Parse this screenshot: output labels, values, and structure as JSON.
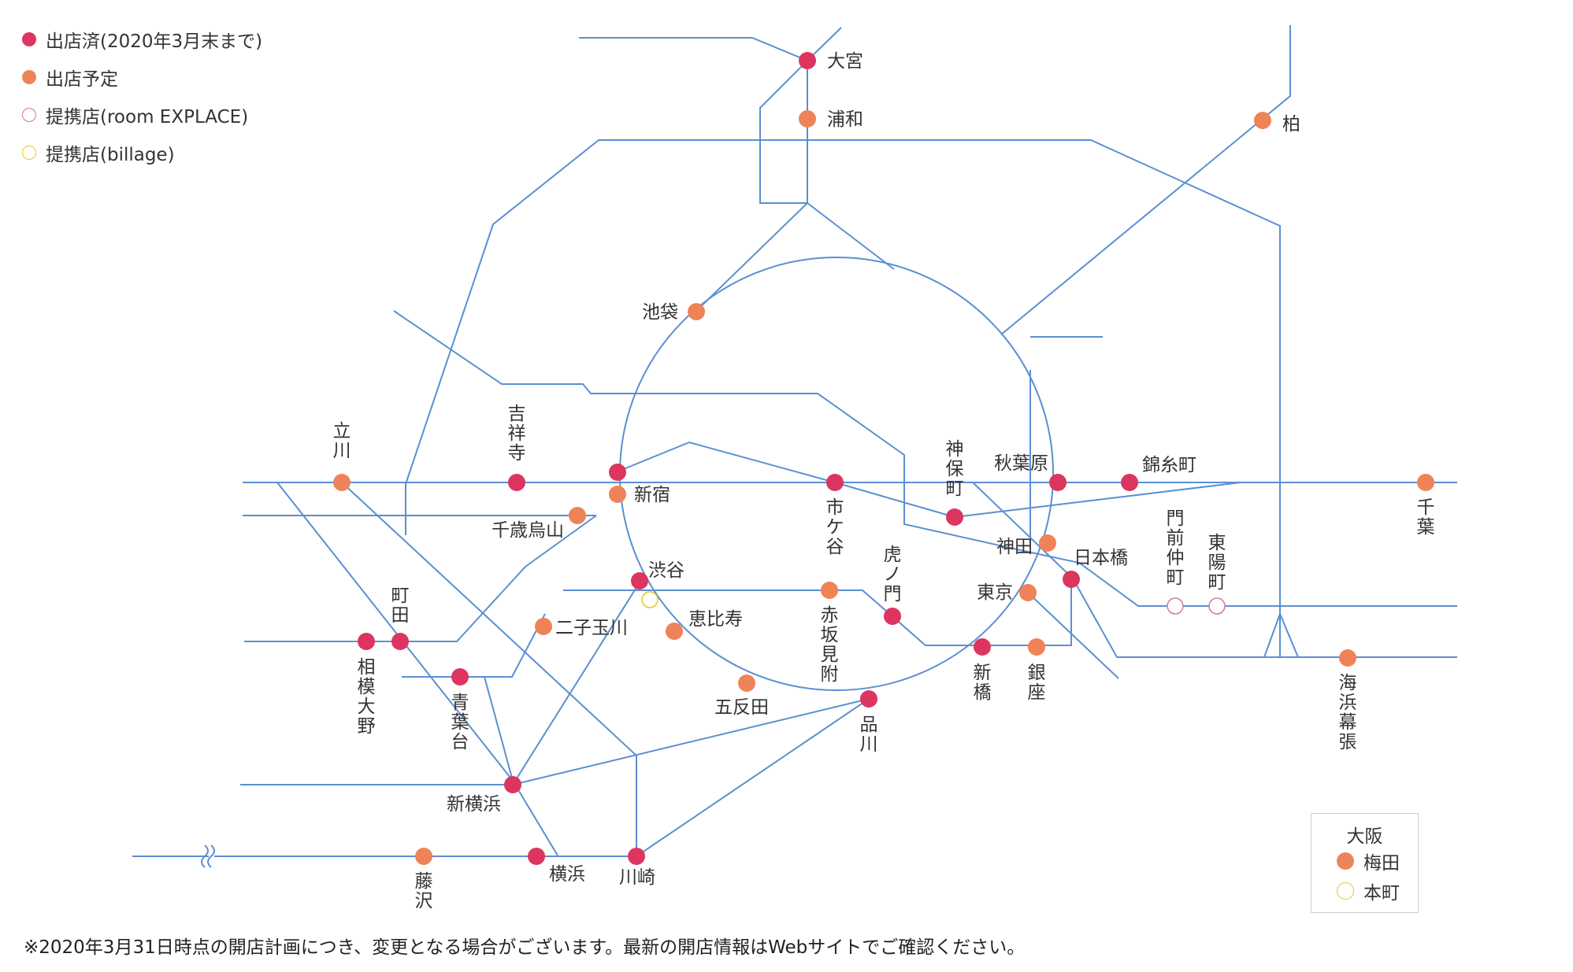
{
  "colors": {
    "line": "#5b8fd2",
    "opened": "#dc3560",
    "planned": "#ef8358",
    "partner_room": "#d07a9e",
    "partner_billage": "#e7c528"
  },
  "legend": [
    {
      "type": "opened",
      "label": "出店済(2020年3月末まで)"
    },
    {
      "type": "planned",
      "label": "出店予定"
    },
    {
      "type": "partner_room",
      "label": "提携店(room EXPLACE)"
    },
    {
      "type": "partner_billage",
      "label": "提携店(billage)"
    }
  ],
  "stations": [
    {
      "id": "omiya",
      "name": "大宮",
      "type": "opened"
    },
    {
      "id": "urawa",
      "name": "浦和",
      "type": "planned"
    },
    {
      "id": "kashiwa",
      "name": "柏",
      "type": "planned"
    },
    {
      "id": "ikebukuro",
      "name": "池袋",
      "type": "planned"
    },
    {
      "id": "tachikawa",
      "name": "立川",
      "type": "planned"
    },
    {
      "id": "kichijoji",
      "name": "吉祥寺",
      "type": "opened"
    },
    {
      "id": "shinjuku_n",
      "name": "",
      "type": "opened"
    },
    {
      "id": "shinjuku",
      "name": "新宿",
      "type": "planned"
    },
    {
      "id": "chitose",
      "name": "千歳烏山",
      "type": "planned"
    },
    {
      "id": "ichigaya",
      "name": "市ケ谷",
      "type": "opened"
    },
    {
      "id": "jimbocho",
      "name": "神保町",
      "type": "opened"
    },
    {
      "id": "akihabara",
      "name": "秋葉原",
      "type": "opened"
    },
    {
      "id": "kinshicho",
      "name": "錦糸町",
      "type": "opened"
    },
    {
      "id": "chiba",
      "name": "千葉",
      "type": "planned"
    },
    {
      "id": "kanda",
      "name": "神田",
      "type": "planned"
    },
    {
      "id": "nihombashi",
      "name": "日本橋",
      "type": "opened"
    },
    {
      "id": "tokyo",
      "name": "東京",
      "type": "planned"
    },
    {
      "id": "monzen",
      "name": "門前仲町",
      "type": "partner_room"
    },
    {
      "id": "toyocho",
      "name": "東陽町",
      "type": "partner_room"
    },
    {
      "id": "shibuya",
      "name": "渋谷",
      "type": "opened"
    },
    {
      "id": "shibuya_b",
      "name": "",
      "type": "partner_billage"
    },
    {
      "id": "toranomon",
      "name": "虎ノ門",
      "type": "opened"
    },
    {
      "id": "akasaka",
      "name": "赤坂見附",
      "type": "planned"
    },
    {
      "id": "futako",
      "name": "二子玉川",
      "type": "planned"
    },
    {
      "id": "ebisu",
      "name": "恵比寿",
      "type": "planned"
    },
    {
      "id": "machida",
      "name": "町田",
      "type": "opened"
    },
    {
      "id": "sagami",
      "name": "相模大野",
      "type": "opened"
    },
    {
      "id": "aoba",
      "name": "青葉台",
      "type": "opened"
    },
    {
      "id": "gotanda",
      "name": "五反田",
      "type": "planned"
    },
    {
      "id": "shinagawa",
      "name": "品川",
      "type": "opened"
    },
    {
      "id": "shimbashi",
      "name": "新橋",
      "type": "opened"
    },
    {
      "id": "ginza",
      "name": "銀座",
      "type": "planned"
    },
    {
      "id": "makuhari",
      "name": "海浜幕張",
      "type": "planned"
    },
    {
      "id": "shinyoko",
      "name": "新横浜",
      "type": "opened"
    },
    {
      "id": "fujisawa",
      "name": "藤沢",
      "type": "planned"
    },
    {
      "id": "yokohama",
      "name": "横浜",
      "type": "opened"
    },
    {
      "id": "kawasaki",
      "name": "川崎",
      "type": "opened"
    }
  ],
  "osaka": {
    "title": "大阪",
    "items": [
      {
        "type": "planned",
        "label": "梅田"
      },
      {
        "type": "partner_billage",
        "label": "本町"
      }
    ]
  },
  "footnote": "※2020年3月31日時点の開店計画につき、変更となる場合がございます。最新の開店情報はWebサイトでご確認ください。"
}
